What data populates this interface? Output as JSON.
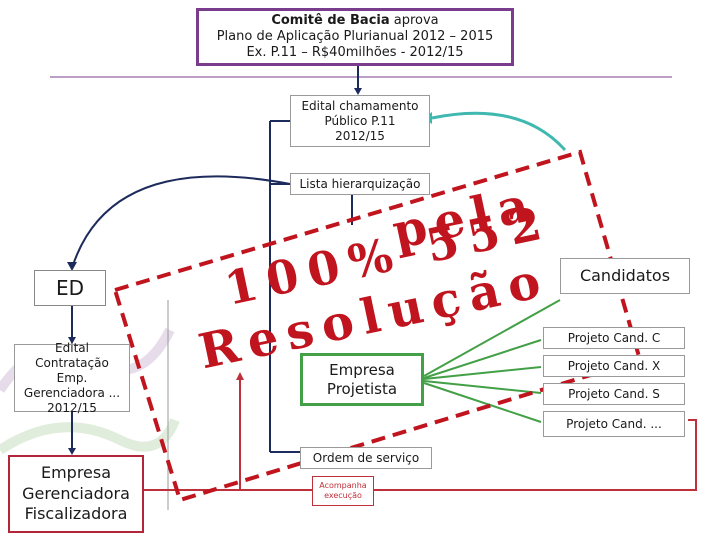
{
  "top": {
    "line1_bold": "Comitê de Bacia",
    "line1_rest": " aprova",
    "line2": "Plano de Aplicação Plurianual 2012 – 2015",
    "line3": "Ex. P.11 – R$40milhões - 2012/15"
  },
  "edital_chamamento": "Edital chamamento Público P.11 2012/15",
  "lista": "Lista hierarquização",
  "ed": "ED",
  "contratacao": "Edital Contratação Emp. Gerenciadora ... 2012/15",
  "gerenciadora": "Empresa Gerenciadora Fiscalizadora",
  "projetista": "Empresa Projetista",
  "candidatos": "Candidatos",
  "projetos": [
    "Projeto Cand. C",
    "Projeto Cand. X",
    "Projeto Cand. S",
    "Projeto Cand. ..."
  ],
  "ordem_servico": "Ordem de serviço",
  "acompanha": "Acompanha execução",
  "stamp": {
    "line1": "pela",
    "line2": "100% 552",
    "line3": "Resolução"
  },
  "colors": {
    "purple": "#7a3c8c",
    "red": "#c0141e",
    "green": "#43a047",
    "teal": "#3fb8b0",
    "navy": "#1c2a5c"
  }
}
